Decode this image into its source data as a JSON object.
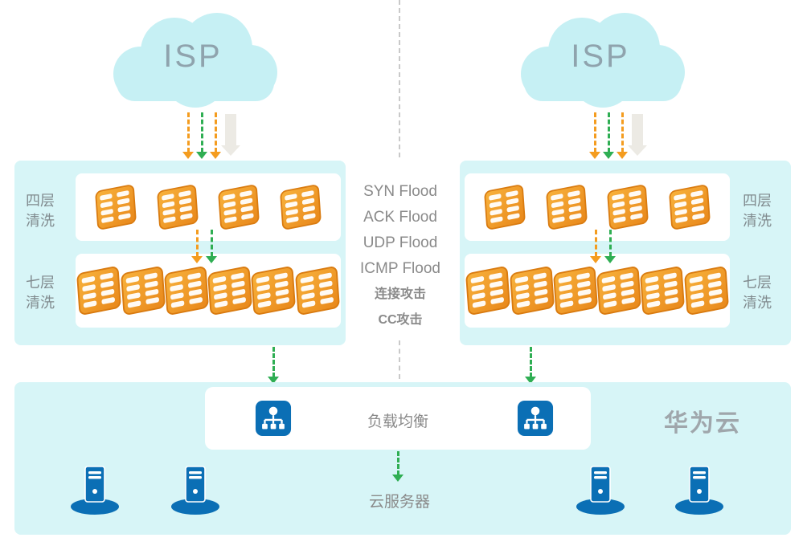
{
  "clouds": {
    "left": "ISP",
    "right": "ISP"
  },
  "panels": {
    "left": {
      "layer4_line1": "四层",
      "layer4_line2": "清洗",
      "layer7_line1": "七层",
      "layer7_line2": "清洗"
    },
    "right": {
      "layer4_line1": "四层",
      "layer4_line2": "清洗",
      "layer7_line1": "七层",
      "layer7_line2": "清洗"
    }
  },
  "attacks": [
    "SYN Flood",
    "ACK Flood",
    "UDP Flood",
    "ICMP Flood",
    "连接攻击",
    "CC攻击"
  ],
  "cloud_zone": {
    "title": "华为云",
    "load_balancer_label": "负载均衡",
    "servers_label": "云服务器"
  },
  "icons": {
    "cloud": "isp-cloud-shape",
    "cleaning_device": "cleaning-device-icon",
    "load_balancer": "load-balancer-icon",
    "server": "cloud-server-icon"
  },
  "colors": {
    "panel_cyan": "#d7f5f7",
    "cloud_cyan": "#c6f0f4",
    "arrow_orange": "#f49c1f",
    "arrow_green": "#2fae53",
    "device_orange": "#f0961e",
    "icon_blue": "#0b6fb5",
    "text_gray": "#8a8a8a",
    "title_gray": "#9fa6ab"
  }
}
